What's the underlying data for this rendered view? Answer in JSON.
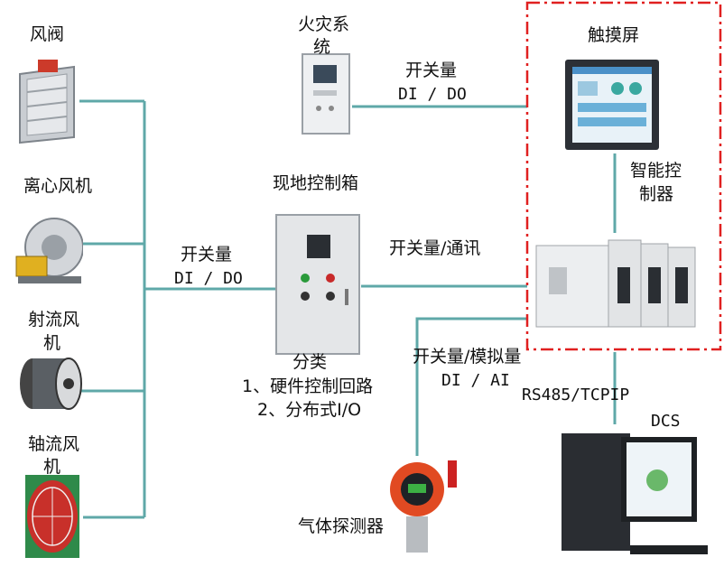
{
  "devices": {
    "damper": "风阀",
    "centrifugal_fan": "离心风机",
    "jet_fan_1": "射流风",
    "jet_fan_2": "机",
    "axial_fan_1": "轴流风",
    "axial_fan_2": "机",
    "fire_system_1": "火灾系",
    "fire_system_2": "统",
    "field_box": "现地控制箱",
    "touch_screen": "触摸屏",
    "controller_1": "智能控",
    "controller_2": "制器",
    "gas_detector": "气体探测器",
    "dcs": "DCS"
  },
  "links": {
    "fire_label_1": "开关量",
    "fire_label_2": "DI / DO",
    "field_label_1": "开关量",
    "field_label_2": "DI / DO",
    "controller_label": "开关量/通讯",
    "gas_label_1": "开关量/模拟量",
    "gas_label_2": "DI / AI",
    "dcs_label": "RS485/TCPIP"
  },
  "notes": {
    "line_0": "分类",
    "line_1": "1、硬件控制回路",
    "line_2": "2、分布式I/O"
  },
  "colors": {
    "wire": "#5fa8a8",
    "dashed_border": "#e02020"
  }
}
